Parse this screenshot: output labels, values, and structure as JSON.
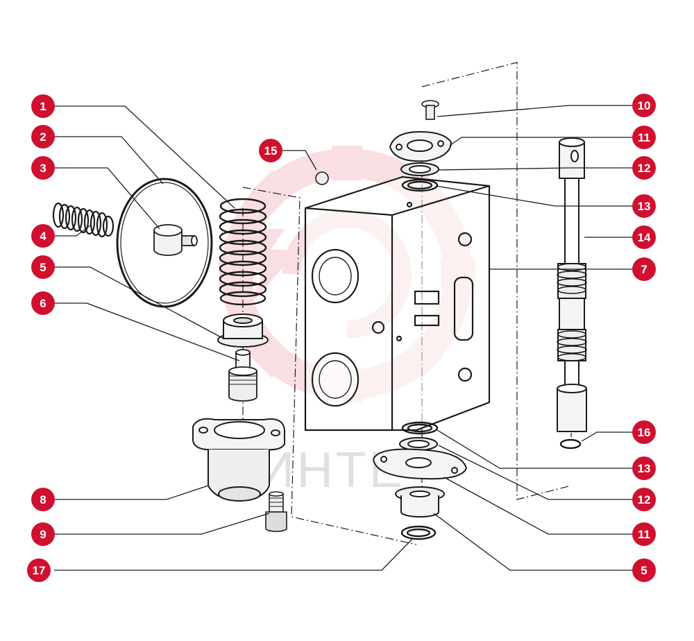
{
  "watermark": {
    "text": "ИНТЕ",
    "color": "#f5c6c9"
  },
  "badge_color": "#d0102f",
  "callouts": [
    {
      "id": "callout-1-left",
      "label": "1"
    },
    {
      "id": "callout-2-left",
      "label": "2"
    },
    {
      "id": "callout-3-left",
      "label": "3"
    },
    {
      "id": "callout-4-left",
      "label": "4"
    },
    {
      "id": "callout-5-left",
      "label": "5"
    },
    {
      "id": "callout-6-left",
      "label": "6"
    },
    {
      "id": "callout-8-left",
      "label": "8"
    },
    {
      "id": "callout-9-left",
      "label": "9"
    },
    {
      "id": "callout-17-left",
      "label": "17"
    },
    {
      "id": "callout-15",
      "label": "15"
    },
    {
      "id": "callout-10-right",
      "label": "10"
    },
    {
      "id": "callout-11-right-top",
      "label": "11"
    },
    {
      "id": "callout-12-right-top",
      "label": "12"
    },
    {
      "id": "callout-13-right-top",
      "label": "13"
    },
    {
      "id": "callout-14-right",
      "label": "14"
    },
    {
      "id": "callout-7-right",
      "label": "7"
    },
    {
      "id": "callout-16-right",
      "label": "16"
    },
    {
      "id": "callout-13-right-bottom",
      "label": "13"
    },
    {
      "id": "callout-12-right-bottom",
      "label": "12"
    },
    {
      "id": "callout-11-right-bottom",
      "label": "11"
    },
    {
      "id": "callout-5-right-bottom",
      "label": "5"
    }
  ]
}
